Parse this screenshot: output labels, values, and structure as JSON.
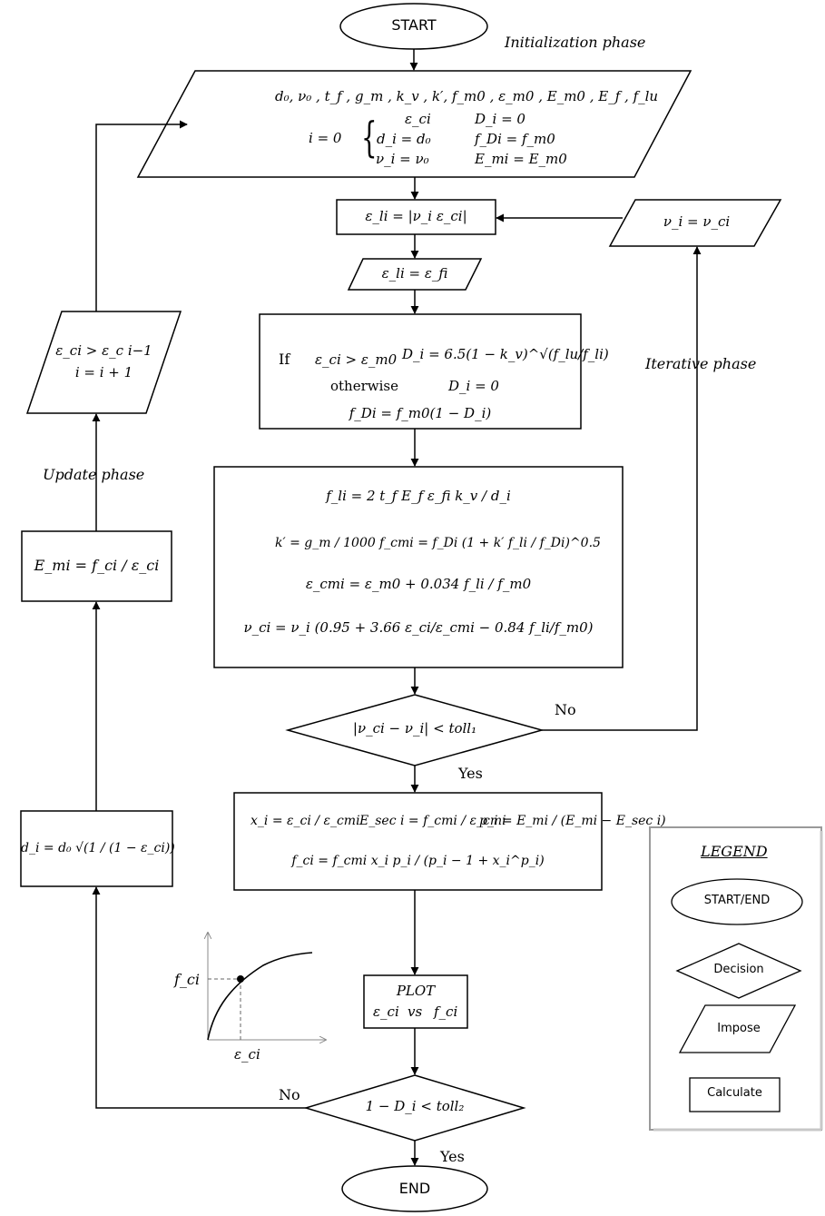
{
  "start_label": "START",
  "end_label": "END",
  "phases": {
    "initialization": "Initialization phase",
    "iterative": "Iterative phase",
    "update": "Update phase"
  },
  "init_box": {
    "line1": "d₀, ν₀ , t_f , g_m , k_v , k′, f_m0 , ε_m0 , E_m0 , E_f , f_lu",
    "i_eq": "i = 0",
    "brace": "{",
    "c1": [
      "ε_ci",
      "d_i = d₀",
      "ν_i = ν₀"
    ],
    "c2": [
      "D_i = 0",
      "f_Di = f_m0",
      "E_mi = E_m0"
    ]
  },
  "eps_li_calc": "ε_li = |ν_i ε_ci|",
  "nu_impose": "ν_i = ν_ci",
  "eps_li_impose": "ε_li = ε_fi",
  "damage_box": {
    "if": "If",
    "cond": "ε_ci > ε_m0",
    "formula": "D_i = 6.5(1 − k_v)^√(f_lu/f_li)",
    "otherwise": "otherwise",
    "zero": "D_i = 0",
    "fdi": "f_Di = f_m0(1 − D_i)"
  },
  "conf_box": {
    "fli": "f_li = 2 t_f E_f ε_fi k_v / d_i",
    "kprime": "k′ = g_m / 1000",
    "fcmi": "f_cmi = f_Di (1 + k′ f_li / f_Di)^0.5",
    "ecmi": "ε_cmi = ε_m0 + 0.034 f_li / f_m0",
    "nuci": "ν_ci = ν_i (0.95 + 3.66 ε_ci/ε_cmi − 0.84 f_li/f_m0)"
  },
  "decision1": {
    "text": "|ν_ci − ν_i| < toll₁",
    "no": "No",
    "yes": "Yes"
  },
  "stress_box": {
    "xi": "x_i = ε_ci / ε_cmi",
    "esec": "E_sec i = f_cmi / ε_cmi",
    "pi": "p_i = E_mi / (E_mi − E_sec i)",
    "fci": "f_ci = f_cmi x_i p_i / (p_i − 1 + x_i^p_i)"
  },
  "plot_box": {
    "title": "PLOT",
    "eps": "ε_ci",
    "vs": "vs",
    "f": "f_ci"
  },
  "decision2": {
    "text": "1 − D_i < toll₂",
    "no": "No",
    "yes": "Yes"
  },
  "update_impose": {
    "line1": "ε_ci > ε_c i−1",
    "line2": "i = i + 1"
  },
  "emi_box": "E_mi = f_ci / ε_ci",
  "di_box": "d_i = d₀ √(1 / (1 − ε_ci))",
  "mini_plot": {
    "ylabel": "f_ci",
    "xlabel": "ε_ci"
  },
  "legend": {
    "title": "LEGEND",
    "start_end": "START/END",
    "decision": "Decision",
    "impose": "Impose",
    "calculate": "Calculate"
  }
}
